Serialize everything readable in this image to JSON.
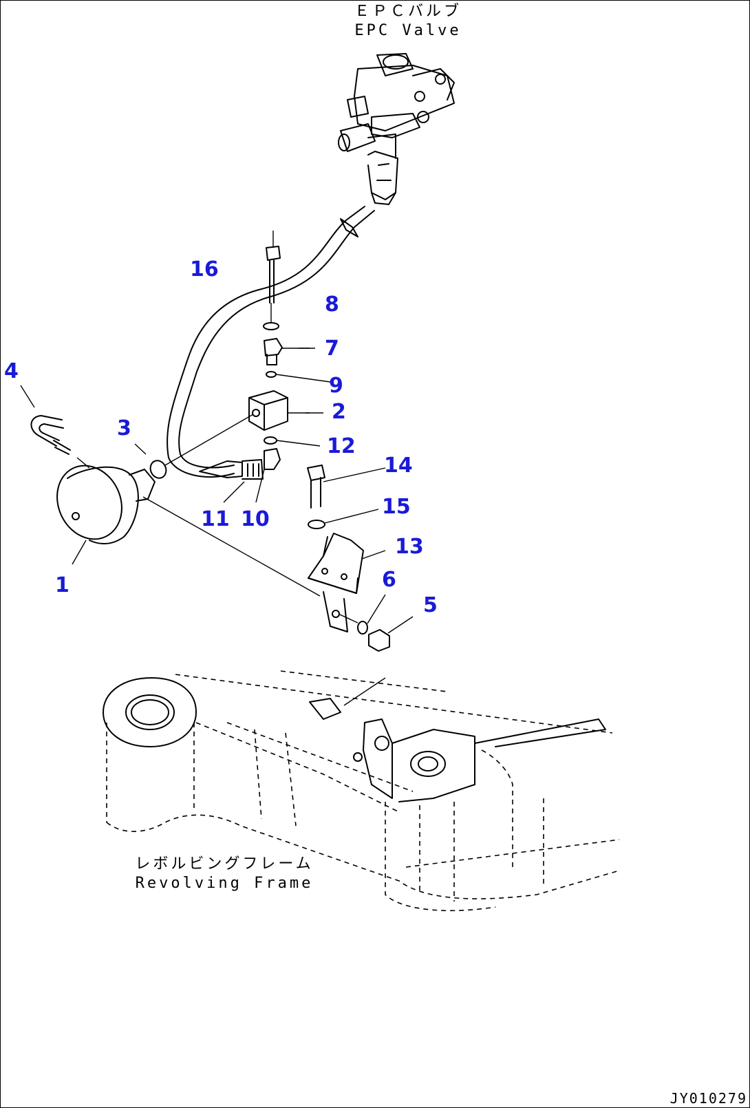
{
  "labels": {
    "epc_valve_jp": "ＥＰＣバルブ",
    "epc_valve_en": "EPC Valve",
    "frame_jp": "レボルビングフレーム",
    "frame_en": "Revolving Frame"
  },
  "callouts": [
    "1",
    "2",
    "3",
    "4",
    "5",
    "6",
    "7",
    "8",
    "9",
    "10",
    "11",
    "12",
    "13",
    "14",
    "15",
    "16"
  ],
  "drawing_code": "JY010279",
  "colors": {
    "callout": "#1a1ad8",
    "line": "#000000"
  }
}
